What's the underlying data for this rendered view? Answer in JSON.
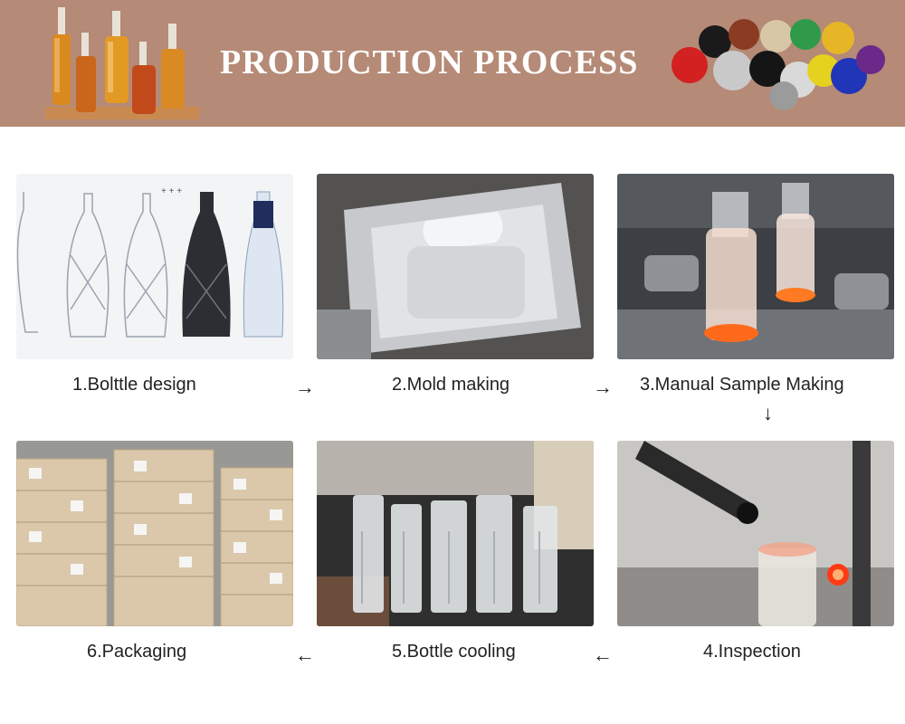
{
  "banner": {
    "title": "PRODUCTION PROCESS",
    "background": "#b58a76",
    "decor_left": "glass-liquor-bottles",
    "decor_right": "bottle-caps-assortment"
  },
  "steps": [
    {
      "label": "1.Bolttle design",
      "image": "bottle-design-sketches"
    },
    {
      "label": "2.Mold making",
      "image": "aluminum-bottle-mold"
    },
    {
      "label": "3.Manual Sample Making",
      "image": "glowing-hot-glass-bottles"
    },
    {
      "label": "4.Inspection",
      "image": "bottle-neck-flame-inspection"
    },
    {
      "label": "5.Bottle cooling",
      "image": "glass-bottles-on-conveyor"
    },
    {
      "label": "6.Packaging",
      "image": "stacked-cartons-warehouse"
    }
  ],
  "arrows": {
    "right": "→",
    "down": "↓",
    "left": "←"
  }
}
